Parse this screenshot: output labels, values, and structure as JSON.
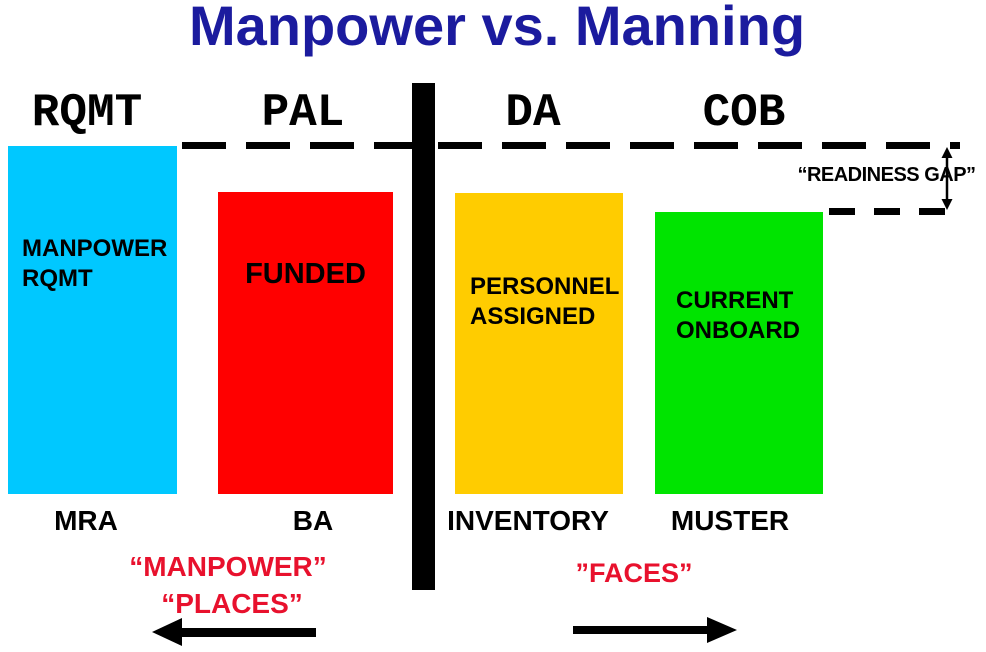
{
  "title": {
    "text": "Manpower vs. Manning",
    "color": "#1B1B9E"
  },
  "columns": [
    {
      "header": "RQMT",
      "label_lines": [
        "MANPOWER",
        "RQMT"
      ],
      "footer": "MRA",
      "bar_color": "#00C8FF"
    },
    {
      "header": "PAL",
      "label_lines": [
        "FUNDED"
      ],
      "footer": "BA",
      "bar_color": "#FF0000"
    },
    {
      "header": "DA",
      "label_lines": [
        "PERSONNEL",
        "ASSIGNED"
      ],
      "footer": "INVENTORY",
      "bar_color": "#FFCC00"
    },
    {
      "header": "COB",
      "label_lines": [
        "CURRENT",
        "ONBOARD"
      ],
      "footer": "MUSTER",
      "bar_color": "#00E400"
    }
  ],
  "annotations": {
    "readiness_gap": "“READINESS GAP”",
    "manpower_quote": "“MANPOWER”",
    "places_quote": "“PLACES”",
    "faces_quote": "”FACES”",
    "quote_color": "#E8112D",
    "line_color": "#000000"
  }
}
